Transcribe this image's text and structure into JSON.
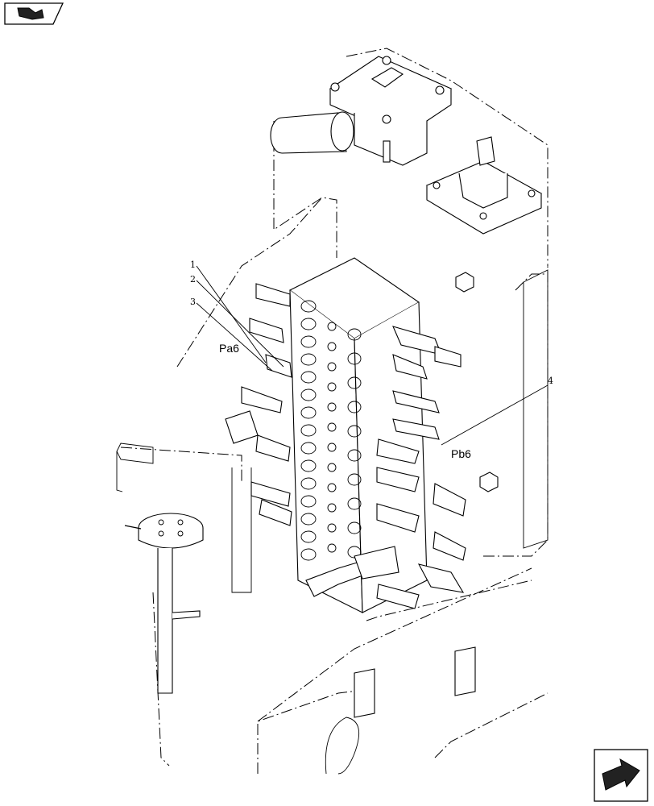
{
  "callouts": [
    "1",
    "2",
    "3",
    "4"
  ],
  "port_labels": {
    "pa6": "Pa6",
    "pb6": "Pb6"
  },
  "icons": {
    "top_left": "view-direction-icon",
    "bottom_right": "next-page-arrow-icon"
  }
}
